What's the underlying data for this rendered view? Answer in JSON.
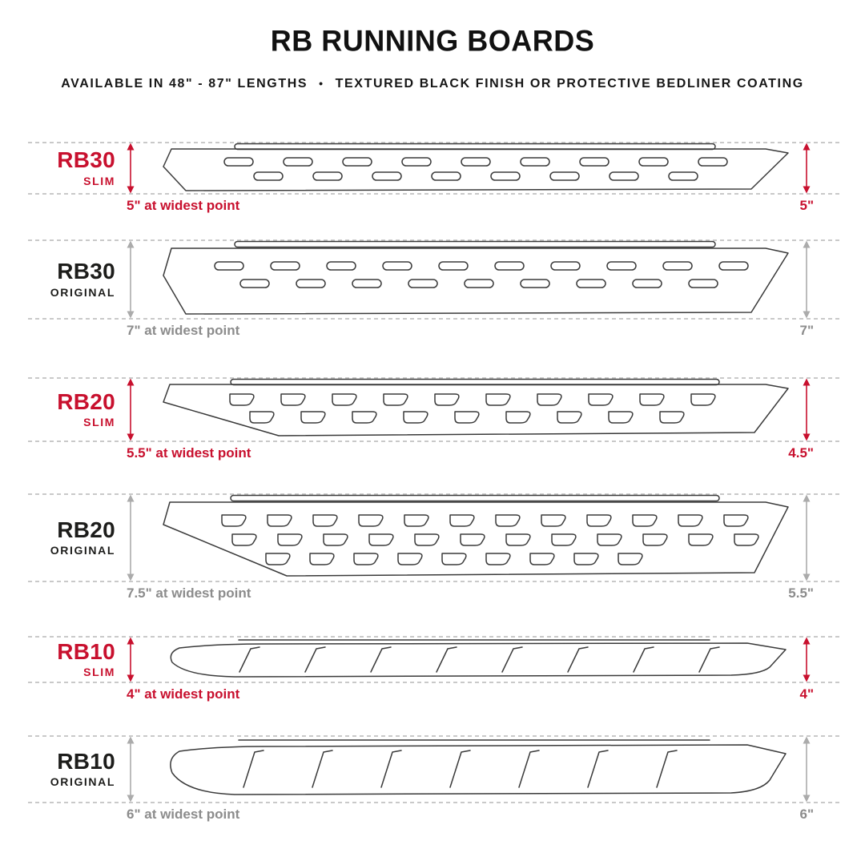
{
  "title": "RB RUNNING BOARDS",
  "subtitle": {
    "left": "AVAILABLE IN 48\" - 87\" LENGTHS",
    "separator": "•",
    "right": "TEXTURED BLACK FINISH OR PROTECTIVE BEDLINER COATING"
  },
  "colors": {
    "slim_accent": "#c8102e",
    "original_text": "#1d1d1b",
    "measure_gray": "#8c8c8c",
    "arrow_gray": "#ababab",
    "guide_line_gray": "#c9c9c9",
    "board_outline": "#3a3a3a"
  },
  "rows": [
    {
      "model": "RB30",
      "variant": "SLIM",
      "theme": "slim",
      "widest": "5\" at widest point",
      "height": "5\""
    },
    {
      "model": "RB30",
      "variant": "ORIGINAL",
      "theme": "original",
      "widest": "7\" at widest point",
      "height": "7\""
    },
    {
      "model": "RB20",
      "variant": "SLIM",
      "theme": "slim",
      "widest": "5.5\" at widest point",
      "height": "4.5\""
    },
    {
      "model": "RB20",
      "variant": "ORIGINAL",
      "theme": "original",
      "widest": "7.5\" at widest point",
      "height": "5.5\""
    },
    {
      "model": "RB10",
      "variant": "SLIM",
      "theme": "slim",
      "widest": "4\" at widest point",
      "height": "4\""
    },
    {
      "model": "RB10",
      "variant": "ORIGINAL",
      "theme": "original",
      "widest": "6\" at widest point",
      "height": "6\""
    }
  ]
}
